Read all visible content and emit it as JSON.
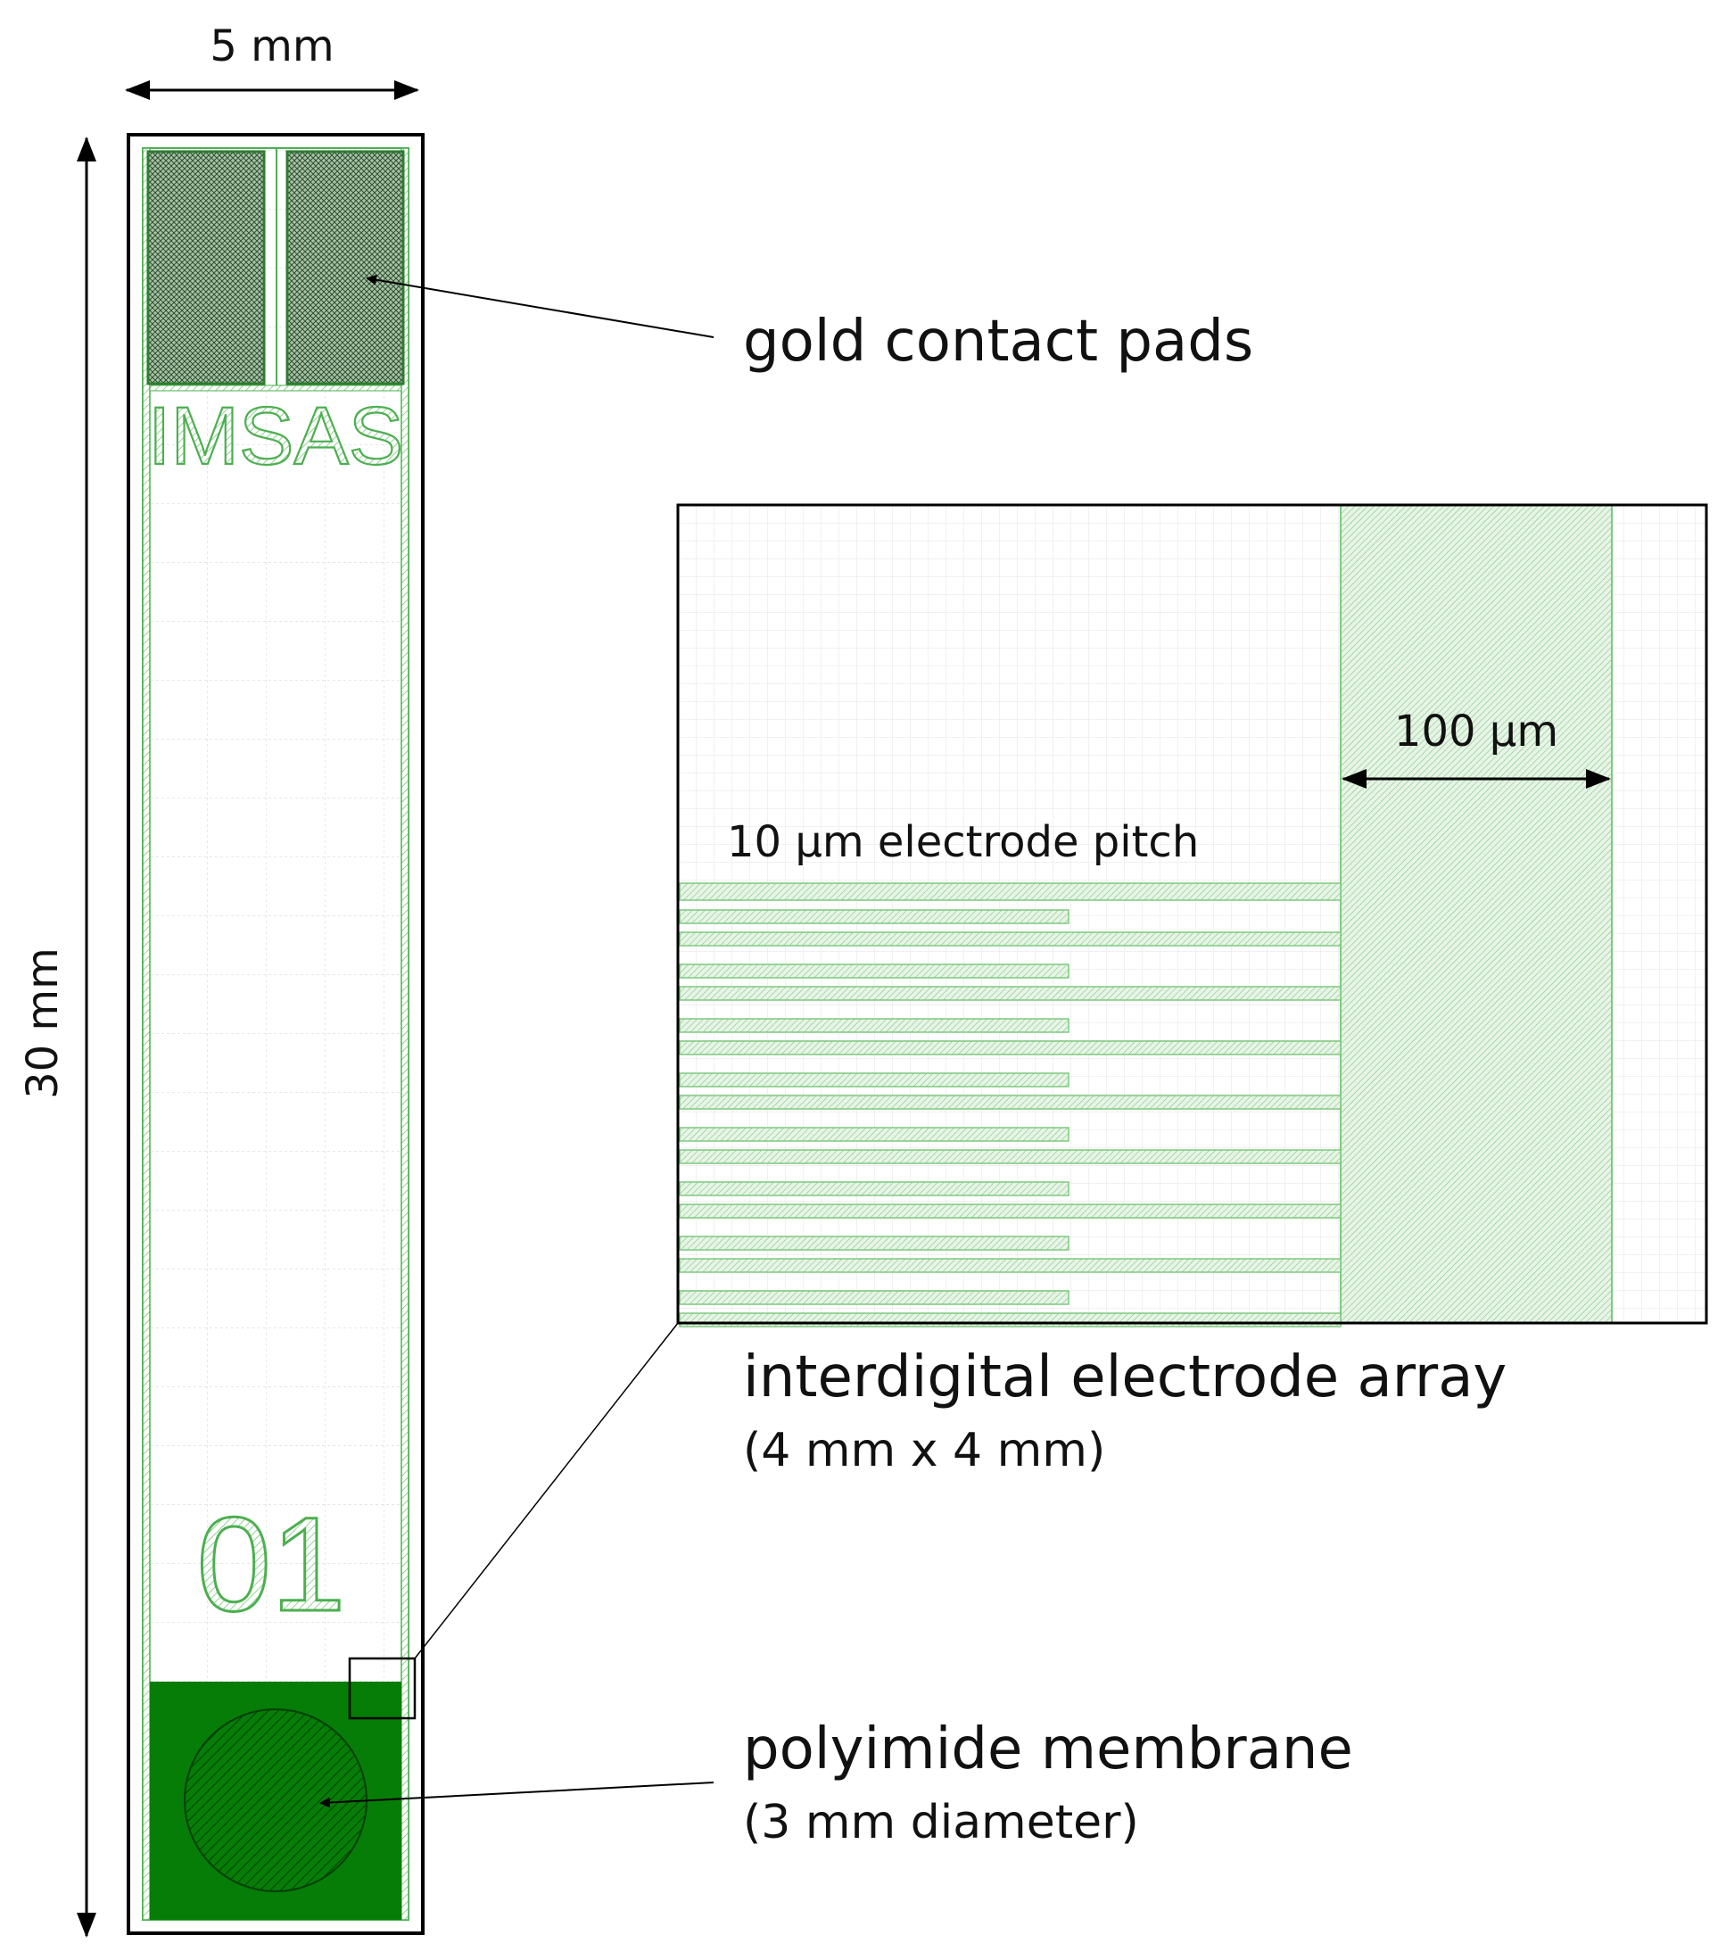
{
  "dimensions": {
    "width_label": "5 mm",
    "height_label": "30 mm",
    "zoom_width_label": "100 µm"
  },
  "chip": {
    "logo_text": "IMSAS",
    "number_text": "01"
  },
  "callouts": {
    "contact_pads": "gold contact pads",
    "electrode_pitch": "10 µm electrode pitch",
    "electrode_array": "interdigital electrode array",
    "electrode_array_size": "(4 mm x 4 mm)",
    "membrane": "polyimide membrane",
    "membrane_size": "(3 mm diameter)"
  },
  "colors": {
    "trace_green": "#4caf50",
    "membrane_green": "#067d06",
    "outline": "#000000",
    "grid": "#dcdcdc"
  }
}
